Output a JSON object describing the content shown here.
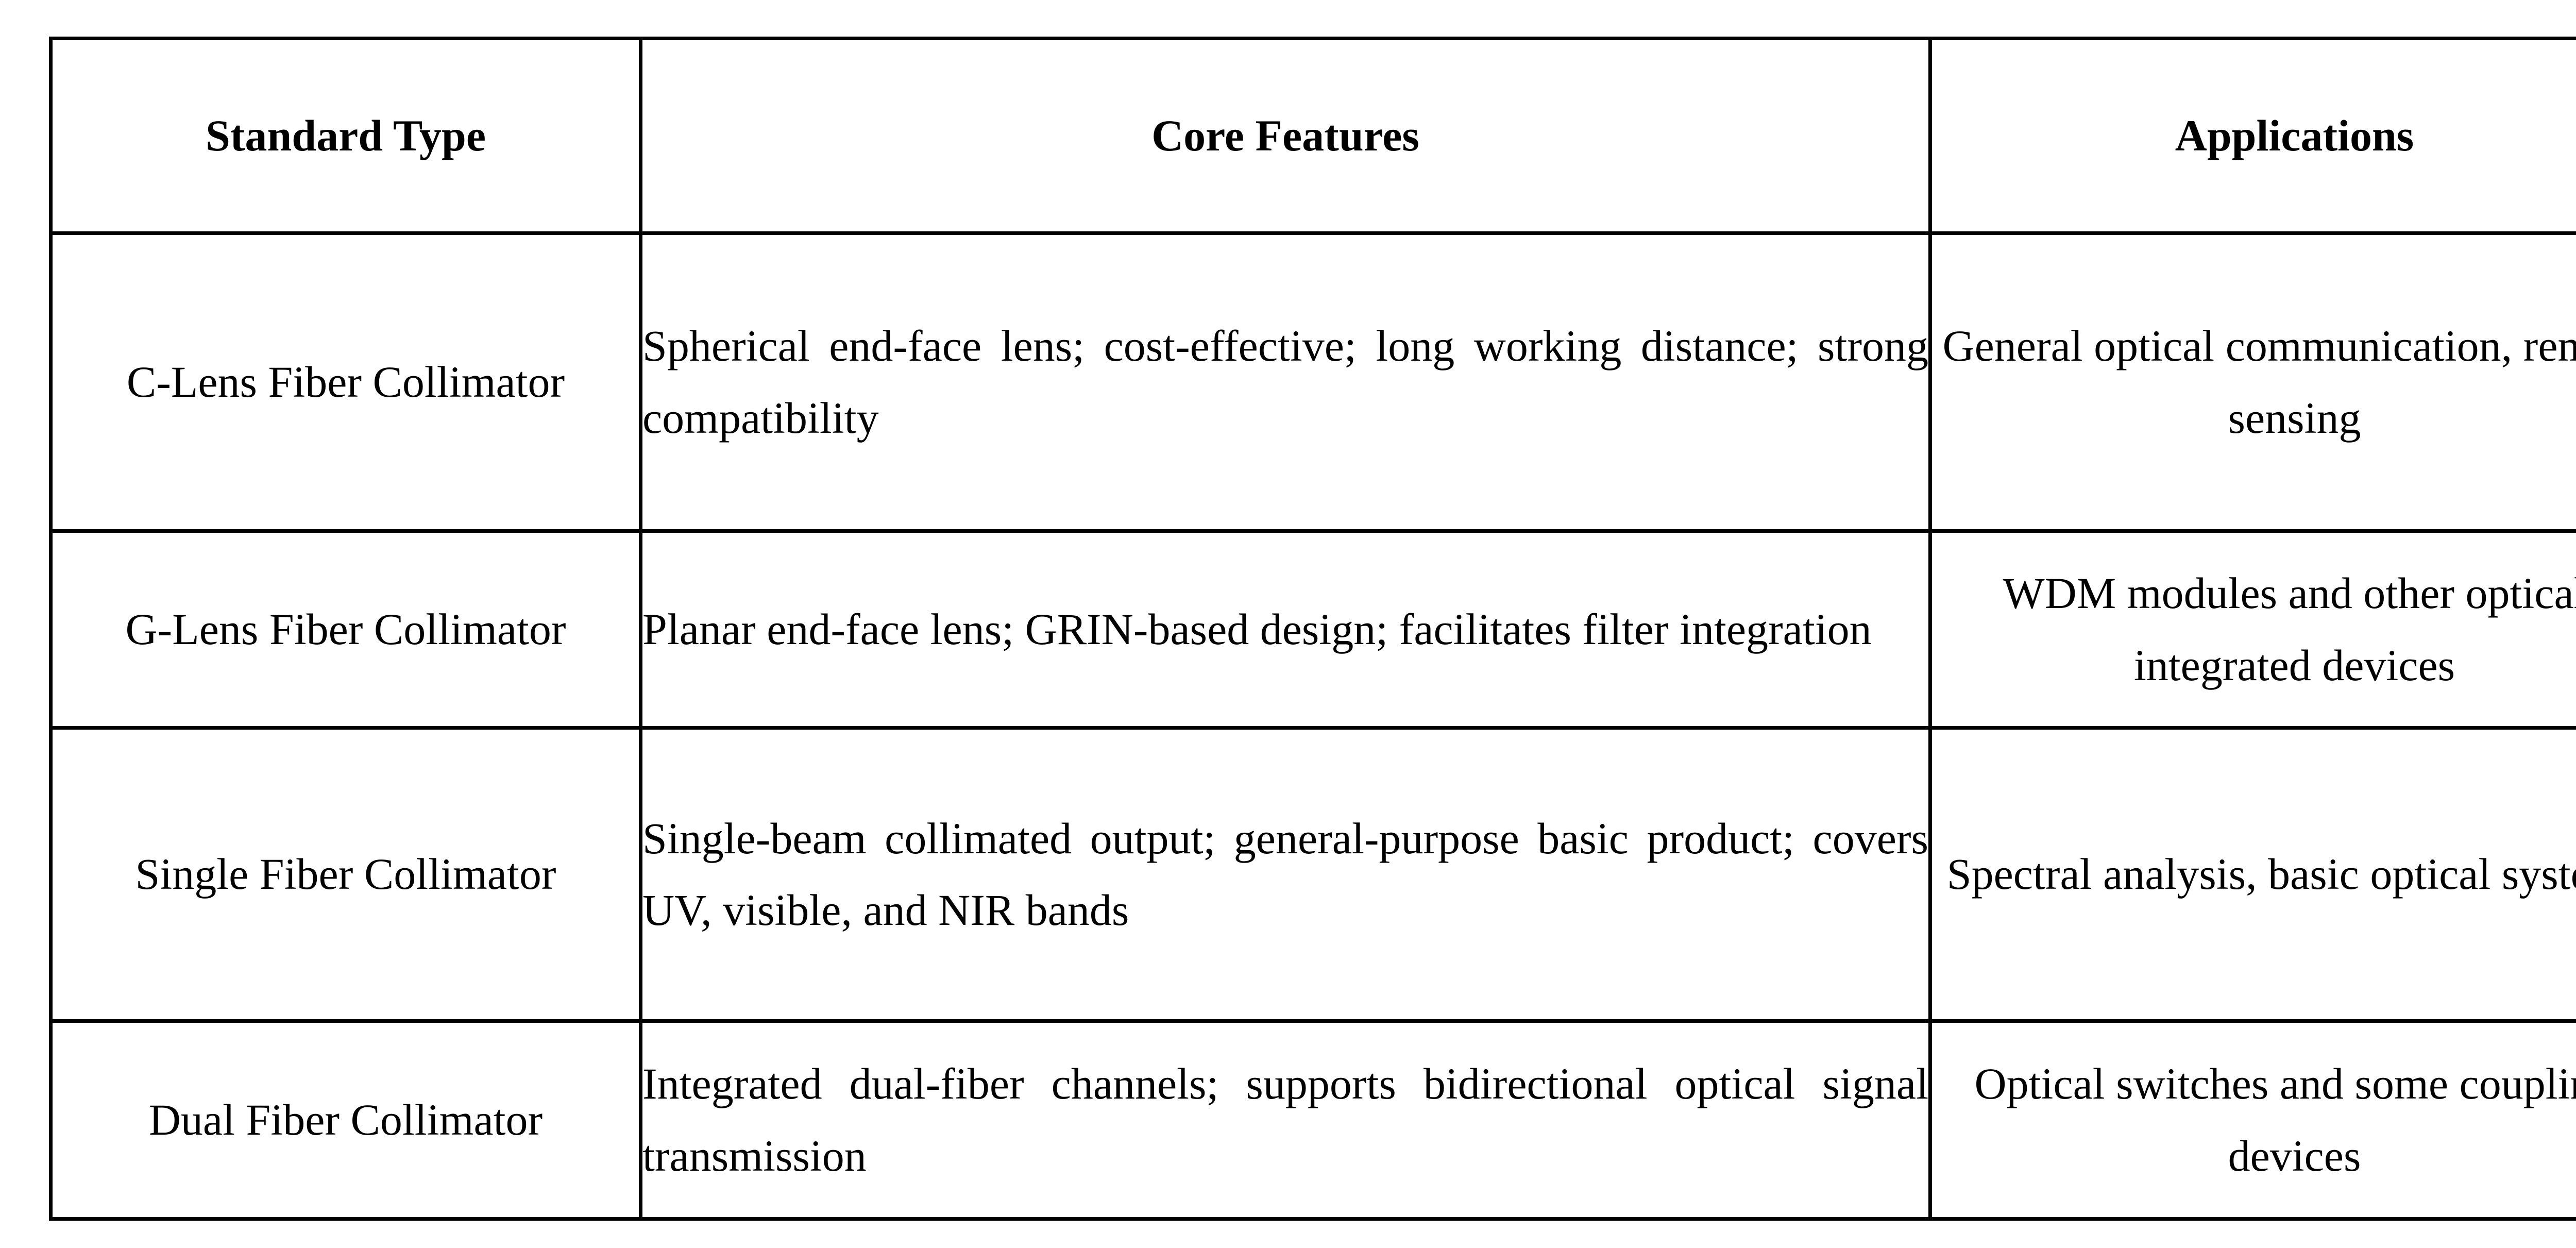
{
  "table": {
    "name": "fiber-collimator-standard-types",
    "columns": [
      {
        "key": "standard_type",
        "header": "Standard Type",
        "align": "center"
      },
      {
        "key": "core_features",
        "header": "Core Features",
        "align": "justify"
      },
      {
        "key": "applications",
        "header": "Applications",
        "align": "center"
      }
    ],
    "headers": {
      "standard_type": "Standard Type",
      "core_features": "Core Features",
      "applications": "Applications"
    },
    "rows": [
      {
        "standard_type": "C-Lens Fiber Collimator",
        "core_features": "Spherical end-face lens; cost-effective; long working distance; strong compatibility",
        "applications": "General optical communication, remote sensing"
      },
      {
        "standard_type": "G-Lens Fiber Collimator",
        "core_features": "Planar end-face lens; GRIN-based design; facilitates filter integration",
        "applications": "WDM modules and other optical integrated devices"
      },
      {
        "standard_type": "Single Fiber Collimator",
        "core_features": "Single-beam collimated output; general-purpose basic product; covers UV, visible, and NIR bands",
        "applications": "Spectral analysis, basic optical systems"
      },
      {
        "standard_type": "Dual Fiber Collimator",
        "core_features": "Integrated dual-fiber channels; supports bidirectional optical signal transmission",
        "applications": "Optical switches and some coupling devices"
      }
    ]
  },
  "style": {
    "border_color": "#000000",
    "text_color": "#000000",
    "background_color": "#ffffff"
  }
}
